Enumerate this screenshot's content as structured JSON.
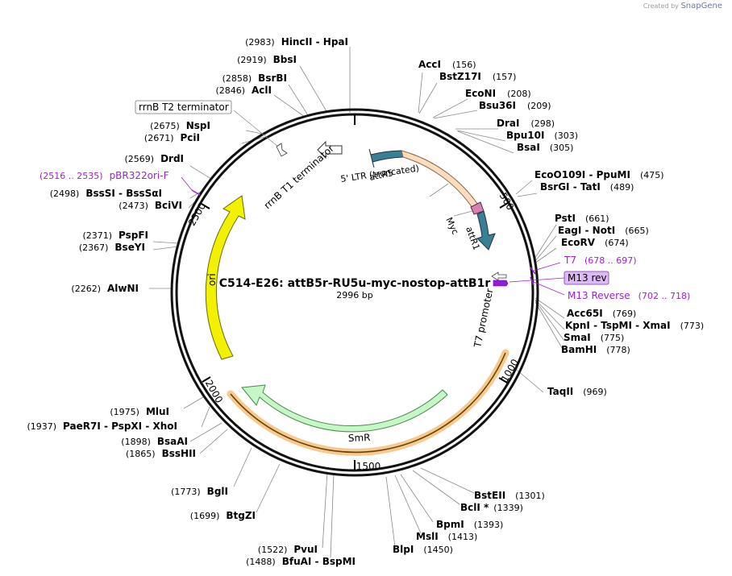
{
  "credit": {
    "prefix": "Created by",
    "brand": "SnapGene"
  },
  "plasmid": {
    "name": "C514-E26: attB5r-RU5u-myc-nostop-attB1r",
    "length": "2996 bp"
  },
  "ticks": {
    "t500": "500",
    "t1000": "1000",
    "t1500": "1500",
    "t2000": "2000",
    "t2500": "2500"
  },
  "features": {
    "attR5": "attR5",
    "ltr": "5' LTR (truncated)",
    "myc": "Myc",
    "attR1": "attR1",
    "rrnbT1": "rrnB T1 terminator",
    "rrnbT2": "rrnB T2 terminator",
    "ori": "ori",
    "smr": "SmR",
    "t7prom": "T7 promoter",
    "m13rev": "M13 rev",
    "t7": {
      "name": "T7",
      "range": "(678 .. 697)"
    },
    "m13reverse": {
      "name": "M13 Reverse",
      "range": "(702 .. 718)"
    },
    "pbr322": {
      "name": "pBR322ori-F",
      "range": "(2516 .. 2535)"
    }
  },
  "sites": {
    "s1": {
      "pos": "(2983)",
      "enz": "HincII  -  HpaI"
    },
    "s2": {
      "pos": "(2919)",
      "enz": "BbsI"
    },
    "s3": {
      "pos": "(2858)",
      "enz": "BsrBI"
    },
    "s4": {
      "pos": "(2846)",
      "enz": "AclI"
    },
    "s5": {
      "pos": "(2675)",
      "enz": "NspI"
    },
    "s6": {
      "pos": "(2671)",
      "enz": "PciI"
    },
    "s7": {
      "pos": "(2569)",
      "enz": "DrdI"
    },
    "s8": {
      "pos": "(2498)",
      "enz": "BssSI  -  BssSαI"
    },
    "s9": {
      "pos": "(2473)",
      "enz": "BciVI"
    },
    "s10": {
      "pos": "(2371)",
      "enz": "PspFI"
    },
    "s11": {
      "pos": "(2367)",
      "enz": "BseYI"
    },
    "s12": {
      "pos": "(2262)",
      "enz": "AlwNI"
    },
    "s13": {
      "pos": "(1975)",
      "enz": "MluI"
    },
    "s14": {
      "pos": "(1937)",
      "enz": "PaeR7I  -  PspXI  -  XhoI"
    },
    "s15": {
      "pos": "(1898)",
      "enz": "BsaAI"
    },
    "s16": {
      "pos": "(1865)",
      "enz": "BssHII"
    },
    "s17": {
      "pos": "(1773)",
      "enz": "BglI"
    },
    "s18": {
      "pos": "(1699)",
      "enz": "BtgZI"
    },
    "s19": {
      "pos": "(1522)",
      "enz": "PvuI"
    },
    "s20": {
      "pos": "(1488)",
      "enz": "BfuAI  -  BspMI"
    },
    "s21": {
      "enz": "AccI",
      "pos": "(156)"
    },
    "s22": {
      "enz": "BstZ17I",
      "pos": "(157)"
    },
    "s23": {
      "enz": "EcoNI",
      "pos": "(208)"
    },
    "s24": {
      "enz": "Bsu36I",
      "pos": "(209)"
    },
    "s25": {
      "enz": "DraI",
      "pos": "(298)"
    },
    "s26": {
      "enz": "Bpu10I",
      "pos": "(303)"
    },
    "s27": {
      "enz": "BsaI",
      "pos": "(305)"
    },
    "s28": {
      "enz": "EcoO109I  -  PpuMI",
      "pos": "(475)"
    },
    "s29": {
      "enz": "BsrGI  -  TatI",
      "pos": "(489)"
    },
    "s30": {
      "enz": "PstI",
      "pos": "(661)"
    },
    "s31": {
      "enz": "EagI  -  NotI",
      "pos": "(665)"
    },
    "s32": {
      "enz": "EcoRV",
      "pos": "(674)"
    },
    "s33": {
      "enz": "Acc65I",
      "pos": "(769)"
    },
    "s34": {
      "enz": "KpnI  -  TspMI  -  XmaI",
      "pos": "(773)"
    },
    "s35": {
      "enz": "SmaI",
      "pos": "(775)"
    },
    "s36": {
      "enz": "BamHI",
      "pos": "(778)"
    },
    "s37": {
      "enz": "TaqII",
      "pos": "(969)"
    },
    "s38": {
      "enz": "BstEII",
      "pos": "(1301)"
    },
    "s39": {
      "enz": "BclI *",
      "pos": "(1339)"
    },
    "s40": {
      "enz": "BpmI",
      "pos": "(1393)"
    },
    "s41": {
      "enz": "MslI",
      "pos": "(1413)"
    },
    "s42": {
      "enz": "BlpI",
      "pos": "(1450)"
    }
  }
}
